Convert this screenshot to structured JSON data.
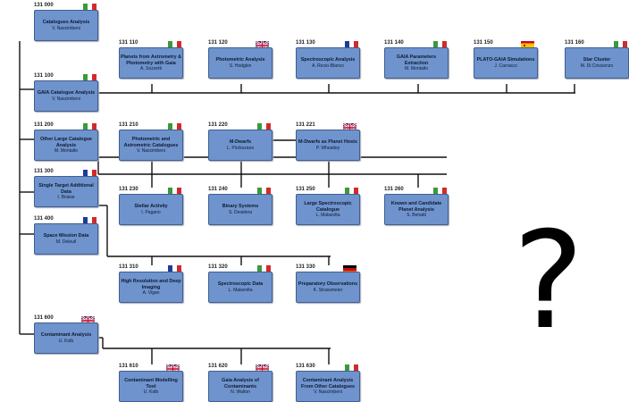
{
  "nodes": [
    {
      "id": "n131000",
      "code": "131 000",
      "title": "Catalogues Analysis",
      "person": "V. Nascimbeni",
      "flag": "it"
    },
    {
      "id": "n131100",
      "code": "131 100",
      "title": "GAIA Catalogue Analysis",
      "person": "V. Nascimbeni",
      "flag": "it"
    },
    {
      "id": "n131110",
      "code": "131 110",
      "title": "Planets from Astrometry & Photometry with Gaia",
      "person": "A. Sozzetti",
      "flag": "it"
    },
    {
      "id": "n131120",
      "code": "131 120",
      "title": "Photometric Analysis",
      "person": "S. Hodgkin",
      "flag": "uk"
    },
    {
      "id": "n131130",
      "code": "131 130",
      "title": "Spectroscopic Analysis",
      "person": "A. Recio-Blanco",
      "flag": "fr"
    },
    {
      "id": "n131140",
      "code": "131 140",
      "title": "GAIA Parameters Extraction",
      "person": "M. Montalto",
      "flag": "it"
    },
    {
      "id": "n131150",
      "code": "131 150",
      "title": "PLATO-GAIA Simulations",
      "person": "J. Carrasco",
      "flag": "es"
    },
    {
      "id": "n131160",
      "code": "131 160",
      "title": "Star Cluster",
      "person": "M. Di Criscienzo",
      "flag": "it"
    },
    {
      "id": "n131200",
      "code": "131 200",
      "title": "Other Large Catalogue Analysis",
      "person": "M. Montalto",
      "flag": "it"
    },
    {
      "id": "n131210",
      "code": "131 210",
      "title": "Photometric and Astrometric Catalogues",
      "person": "V. Nascimbeni",
      "flag": "it"
    },
    {
      "id": "n131220",
      "code": "131 220",
      "title": "M-Dwarfs",
      "person": "L. Pirzkozano",
      "flag": "it"
    },
    {
      "id": "n131221",
      "code": "131 221",
      "title": "M-Dwarfs as Planet Hosts",
      "person": "P. Wheatley",
      "flag": "uk"
    },
    {
      "id": "n131230",
      "code": "131 230",
      "title": "Stellar Activity",
      "person": "I. Pagano",
      "flag": "it"
    },
    {
      "id": "n131240",
      "code": "131 240",
      "title": "Binary Systems",
      "person": "S. Desidera",
      "flag": "it"
    },
    {
      "id": "n131250",
      "code": "131 250",
      "title": "Large Spectroscopic Catalogue",
      "person": "L. Malavolta",
      "flag": "it"
    },
    {
      "id": "n131260",
      "code": "131 260",
      "title": "Known and Candidate Planet Analysis",
      "person": "S. Benatti",
      "flag": "it"
    },
    {
      "id": "n131300",
      "code": "131 300",
      "title": "Single Target Additional Data",
      "person": "I. Boisse",
      "flag": "fr"
    },
    {
      "id": "n131310",
      "code": "131 310",
      "title": "High Resolution and Deep Imaging",
      "person": "A. Vigan",
      "flag": "fr"
    },
    {
      "id": "n131320",
      "code": "131 320",
      "title": "Spectroscopic Data",
      "person": "L. Malavolta",
      "flag": "it"
    },
    {
      "id": "n131330",
      "code": "131 330",
      "title": "Preparatory Observations",
      "person": "K. Strassmeier",
      "flag": "de"
    },
    {
      "id": "n131400",
      "code": "131 400",
      "title": "Space Mission Data",
      "person": "M. Deleuil",
      "flag": "fr"
    },
    {
      "id": "n131600",
      "code": "131 600",
      "title": "Contaminant Analysis",
      "person": "U. Kolb",
      "flag": "uk"
    },
    {
      "id": "n131610",
      "code": "131 610",
      "title": "Contaminant Modelling Tool",
      "person": "U. Kolb",
      "flag": "uk"
    },
    {
      "id": "n131620",
      "code": "131 620",
      "title": "Gaia Analysis of Contaminants",
      "person": "N. Walton",
      "flag": "uk"
    },
    {
      "id": "n131630",
      "code": "131 630",
      "title": "Contaminant Analysis From Other Catalogues",
      "person": "V. Nascimbeni",
      "flag": "it"
    }
  ],
  "question_mark": "?"
}
